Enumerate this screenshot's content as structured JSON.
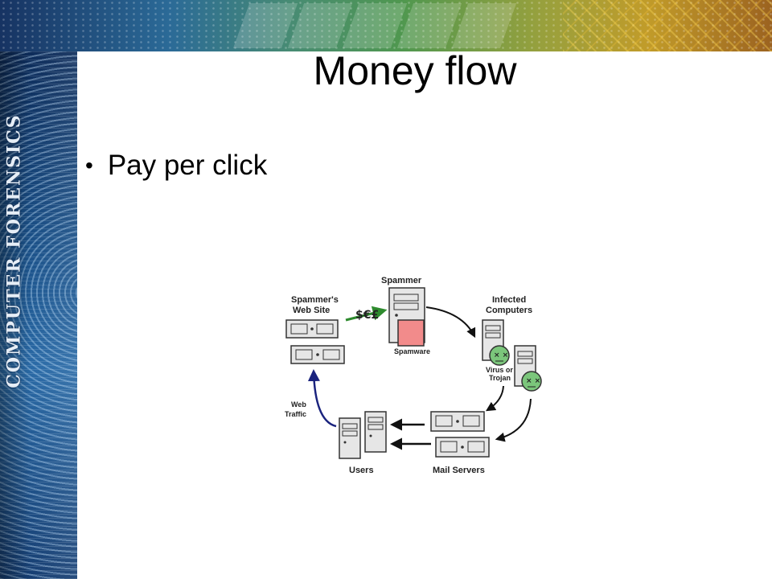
{
  "sidebar": {
    "title": "COMPUTER FORENSICS"
  },
  "slide": {
    "title": "Money flow",
    "bullets": [
      "Pay per click"
    ]
  },
  "diagram": {
    "labels": {
      "spammer": "Spammer",
      "spammers_site_line1": "Spammer's",
      "spammers_site_line2": "Web Site",
      "infected_line1": "Infected",
      "infected_line2": "Computers",
      "spamware": "Spamware",
      "virus_line1": "Virus or",
      "virus_line2": "Trojan",
      "web_traffic_line1": "Web",
      "web_traffic_line2": "Traffic",
      "users": "Users",
      "mail_servers": "Mail Servers",
      "money": "$€£"
    },
    "colors": {
      "server_fill": "#e6e6e6",
      "server_stroke": "#333333",
      "spamware": "#f28b8b",
      "virus": "#7bc67b",
      "money_arrow": "#2e8b2e",
      "traffic_arrow": "#1a237e"
    }
  }
}
